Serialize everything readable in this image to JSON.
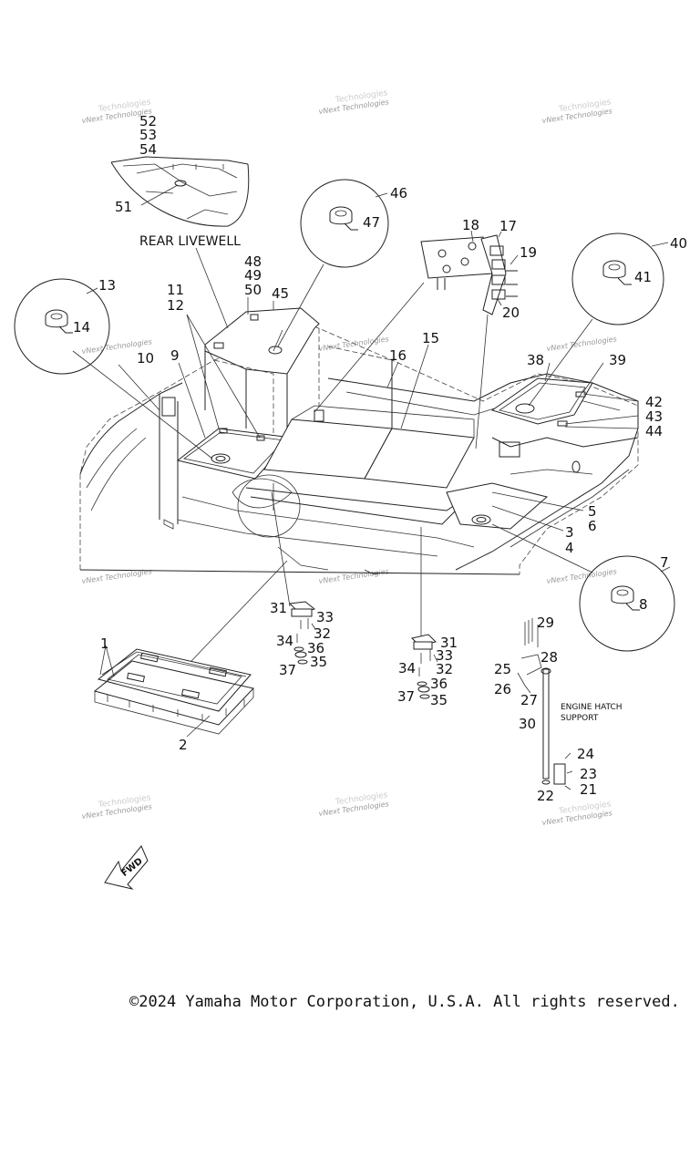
{
  "labels": {
    "rear_livewell": "REAR LIVEWELL",
    "engine_hatch_support_1": "ENGINE HATCH",
    "engine_hatch_support_2": "SUPPORT",
    "fwd": "FWD"
  },
  "callouts": {
    "c1": "1",
    "c2": "2",
    "c3": "3",
    "c4": "4",
    "c5": "5",
    "c6": "6",
    "c7": "7",
    "c8": "8",
    "c9": "9",
    "c10": "10",
    "c11": "11",
    "c12": "12",
    "c13": "13",
    "c14": "14",
    "c15": "15",
    "c16": "16",
    "c17": "17",
    "c18": "18",
    "c19": "19",
    "c20": "20",
    "c21": "21",
    "c22": "22",
    "c23": "23",
    "c24": "24",
    "c25": "25",
    "c26": "26",
    "c27": "27",
    "c28": "28",
    "c29": "29",
    "c30": "30",
    "c31a": "31",
    "c31b": "31",
    "c32a": "32",
    "c32b": "32",
    "c33a": "33",
    "c33b": "33",
    "c34a": "34",
    "c34b": "34",
    "c35a": "35",
    "c35b": "35",
    "c36a": "36",
    "c36b": "36",
    "c37a": "37",
    "c37b": "37",
    "c38": "38",
    "c39": "39",
    "c40": "40",
    "c41": "41",
    "c42": "42",
    "c43": "43",
    "c44": "44",
    "c45": "45",
    "c46": "46",
    "c47": "47",
    "c48": "48",
    "c49": "49",
    "c50": "50",
    "c51": "51",
    "c52": "52",
    "c53": "53",
    "c54": "54"
  },
  "watermark": {
    "line1": "vNext Technologies",
    "line2": "Technologies"
  },
  "copyright": "©2024 Yamaha Motor Corporation, U.S.A. All rights reserved."
}
